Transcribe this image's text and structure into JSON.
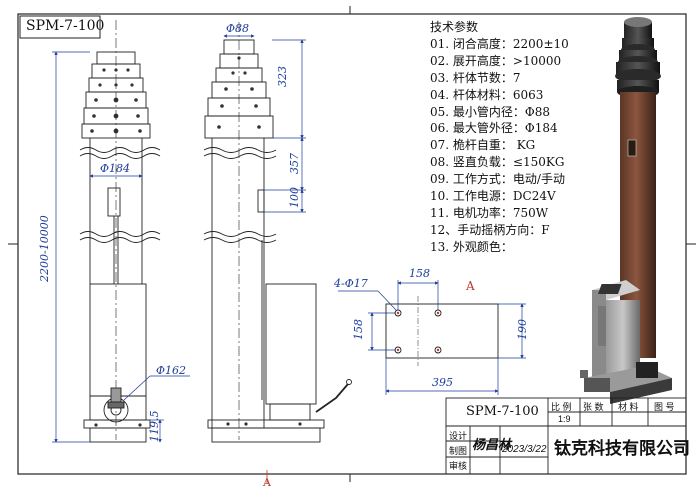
{
  "drawing_no": "SPM-7-100",
  "title_block": {
    "model": "SPM-7-100",
    "scale_label": "比 例",
    "scale_value": "1:9",
    "count_label": "张 数",
    "material_label": "材 料",
    "drawing_label": "图 号",
    "design_label": "设计",
    "draw_label": "制图",
    "review_label": "审核",
    "signature": "杨昌林",
    "date": "2023/3/22",
    "company": "钛克科技有限公司"
  },
  "specs": {
    "heading": "技术参数",
    "items": [
      "01. 闭合高度：2200±10",
      "02. 展开高度：>10000",
      "03. 杆体节数：7",
      "04. 杆体材料：6063",
      "05. 最小管内径：Φ88",
      "06. 最大管外径：Φ184",
      "07. 桅杆自重：          KG",
      "08. 竖直负载：≤150KG",
      "09. 工作方式：电动/手动",
      "10. 工作电源：DC24V",
      "11. 电机功率：750W",
      "12、手动摇柄方向：F",
      "13. 外观颜色："
    ]
  },
  "dimensions": {
    "d88": "Φ88",
    "d184": "Φ184",
    "d162": "Φ162",
    "h323": "323",
    "h357": "357",
    "h100": "100",
    "h119": "119.5",
    "h_total": "2200-10000",
    "holes": "4-Φ17",
    "w158": "158",
    "h158": "158",
    "w395": "395",
    "h190": "190"
  },
  "section_marker": "A",
  "colors": {
    "line": "#222222",
    "dimension": "#1a3a9a",
    "marker": "#c0392b",
    "mast": "#4a2c20",
    "mast_light": "#7a4a34"
  }
}
